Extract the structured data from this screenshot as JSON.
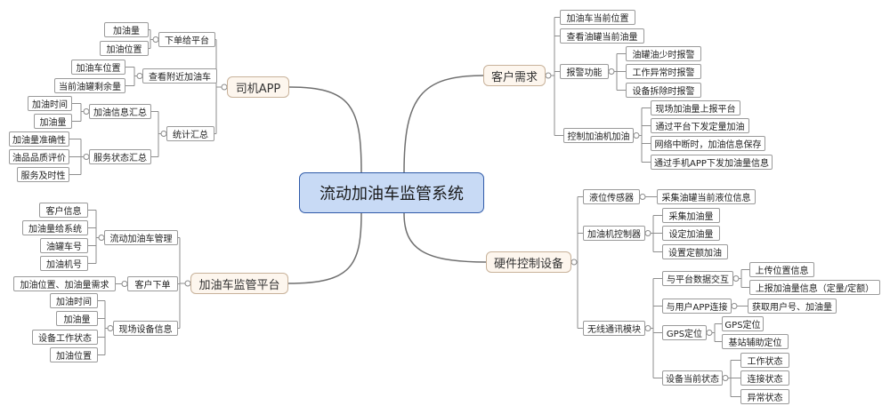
{
  "title": "流动加油车监管系统",
  "branches": {
    "driver_app": {
      "label": "司机APP",
      "groups": {
        "order": {
          "label": "下单给平台",
          "items": [
            "加油量",
            "加油位置"
          ]
        },
        "nearby": {
          "label": "查看附近加油车",
          "items": [
            "加油车位置",
            "当前油罐剩余量"
          ]
        },
        "stats": {
          "label": "统计汇总",
          "subs": {
            "fuel_info": {
              "label": "加油信息汇总",
              "items": [
                "加油时间",
                "加油量"
              ]
            },
            "service": {
              "label": "服务状态汇总",
              "items": [
                "加油量准确性",
                "油品品质评价",
                "服务及时性"
              ]
            }
          }
        }
      }
    },
    "platform": {
      "label": "加油车监管平台",
      "groups": {
        "mgmt": {
          "label": "流动加油车管理",
          "items": [
            "客户信息",
            "加油量给系统",
            "油罐车号",
            "加油机号"
          ]
        },
        "customer": {
          "label": "客户下单",
          "items": [
            "加油位置、加油量需求"
          ]
        },
        "site": {
          "label": "现场设备信息",
          "items": [
            "加油时间",
            "加油量",
            "设备工作状态",
            "加油位置"
          ]
        }
      }
    },
    "customer_demand": {
      "label": "客户需求",
      "groups": {
        "position": {
          "label": "加油车当前位置"
        },
        "tank": {
          "label": "查看油罐当前油量"
        },
        "alarm": {
          "label": "报警功能",
          "items": [
            "油罐油少时报警",
            "工作异常时报警",
            "设备拆除时报警"
          ]
        },
        "control": {
          "label": "控制加油机加油",
          "items": [
            "现场加油量上报平台",
            "通过平台下发定量加油",
            "网络中断时，加油信息保存",
            "通过手机APP下发加油量信息"
          ]
        }
      }
    },
    "hardware": {
      "label": "硬件控制设备",
      "groups": {
        "level": {
          "label": "液位传感器",
          "items": [
            "采集油罐当前液位信息"
          ]
        },
        "controller": {
          "label": "加油机控制器",
          "items": [
            "采集加油量",
            "设定加油量",
            "设置定额加油"
          ]
        },
        "wireless": {
          "label": "无线通讯模块",
          "subs": {
            "platform": {
              "label": "与平台数据交互",
              "items": [
                "上传位置信息",
                "上报加油量信息（定量/定额）"
              ]
            },
            "user": {
              "label": "与用户APP连接",
              "items": [
                "获取用户号、加油量"
              ]
            },
            "gps": {
              "label": "GPS定位",
              "items": [
                "GPS定位",
                "基站辅助定位"
              ]
            },
            "state": {
              "label": "设备当前状态",
              "items": [
                "工作状态",
                "连接状态",
                "异常状态"
              ]
            }
          }
        }
      }
    }
  }
}
